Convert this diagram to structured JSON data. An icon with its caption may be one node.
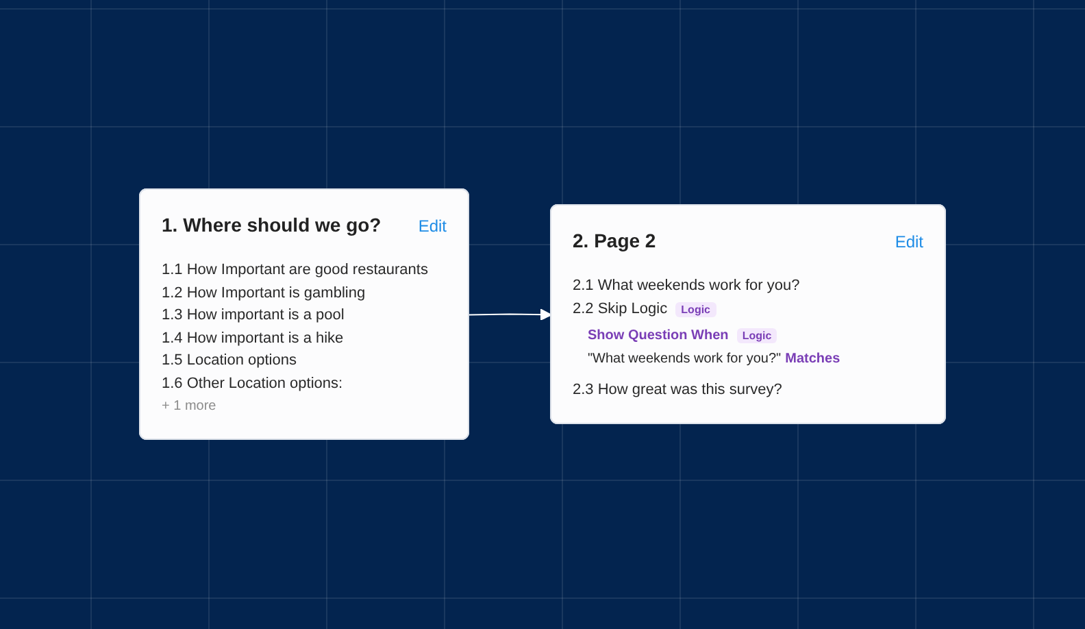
{
  "diagram": {
    "nodes": [
      {
        "text": [
          "1. Where should we go?",
          "Edit",
          "1.1 How Important are good restaurants",
          "1.2 How Important is gambling",
          "1.3 How important is a pool",
          "1.4 How important is a hike",
          "1.5 Location options",
          "1.6 Other Location options:",
          "+ 1 more"
        ]
      },
      {
        "text": [
          "2. Page 2",
          "Edit",
          "2.1 What weekends work for you?",
          "2.2 Skip Logic",
          "Logic",
          "Show Question When",
          "Logic",
          "\"What weekends work for you?\"",
          "Matches",
          "2.3 How great was this survey?"
        ]
      }
    ],
    "edges": [
      {
        "from": 0,
        "to": 1,
        "arrow": "to"
      }
    ]
  }
}
